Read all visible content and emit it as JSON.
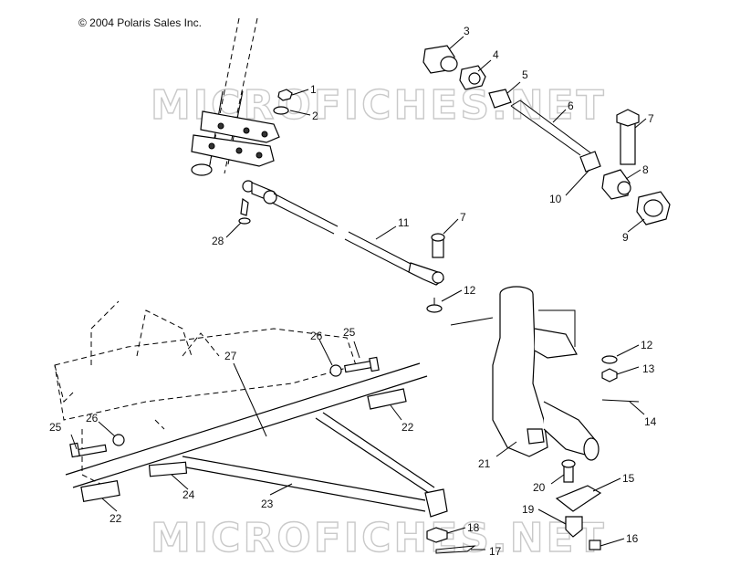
{
  "copyright": "© 2004 Polaris Sales Inc.",
  "watermark": "MICROFICHES.NET",
  "callouts": [
    {
      "id": "c1",
      "label": "1"
    },
    {
      "id": "c2",
      "label": "2"
    },
    {
      "id": "c3",
      "label": "3"
    },
    {
      "id": "c4",
      "label": "4"
    },
    {
      "id": "c5",
      "label": "5"
    },
    {
      "id": "c6",
      "label": "6"
    },
    {
      "id": "c7a",
      "label": "7"
    },
    {
      "id": "c7b",
      "label": "7"
    },
    {
      "id": "c8",
      "label": "8"
    },
    {
      "id": "c9",
      "label": "9"
    },
    {
      "id": "c10",
      "label": "10"
    },
    {
      "id": "c11",
      "label": "11"
    },
    {
      "id": "c12a",
      "label": "12"
    },
    {
      "id": "c12b",
      "label": "12"
    },
    {
      "id": "c13",
      "label": "13"
    },
    {
      "id": "c14",
      "label": "14"
    },
    {
      "id": "c15",
      "label": "15"
    },
    {
      "id": "c16",
      "label": "16"
    },
    {
      "id": "c17",
      "label": "17"
    },
    {
      "id": "c18",
      "label": "18"
    },
    {
      "id": "c19",
      "label": "19"
    },
    {
      "id": "c20",
      "label": "20"
    },
    {
      "id": "c21",
      "label": "21"
    },
    {
      "id": "c22a",
      "label": "22"
    },
    {
      "id": "c22b",
      "label": "22"
    },
    {
      "id": "c23",
      "label": "23"
    },
    {
      "id": "c24",
      "label": "24"
    },
    {
      "id": "c25a",
      "label": "25"
    },
    {
      "id": "c25b",
      "label": "25"
    },
    {
      "id": "c26a",
      "label": "26"
    },
    {
      "id": "c26b",
      "label": "26"
    },
    {
      "id": "c27",
      "label": "27"
    },
    {
      "id": "c28",
      "label": "28"
    }
  ]
}
